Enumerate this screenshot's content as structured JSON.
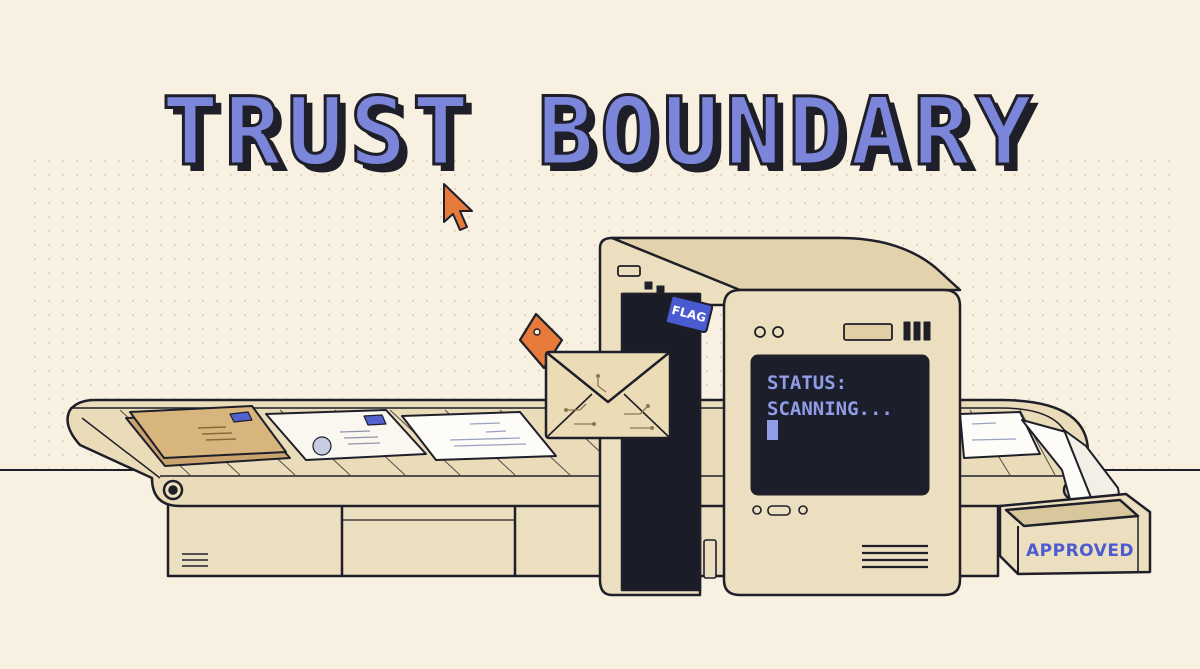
{
  "title": "TRUST BOUNDARY",
  "scanner": {
    "status_line1": "STATUS:",
    "status_line2": "SCANNING...",
    "flag_label": "FLAG"
  },
  "tray": {
    "label": "APPROVED"
  },
  "icons": [
    "cursor-arrow-icon",
    "tag-icon",
    "envelope-icon"
  ],
  "colors": {
    "background": "#f8f1e2",
    "title_fill": "#7b86db",
    "outline": "#1f1f2a",
    "machine_beige": "#ecdfbf",
    "screen_bg": "#1c1e2c",
    "screen_text": "#8e9de6",
    "accent_orange": "#e57a3a",
    "flag_blue": "#4a5bd1",
    "approved_blue": "#4c5bd0"
  }
}
